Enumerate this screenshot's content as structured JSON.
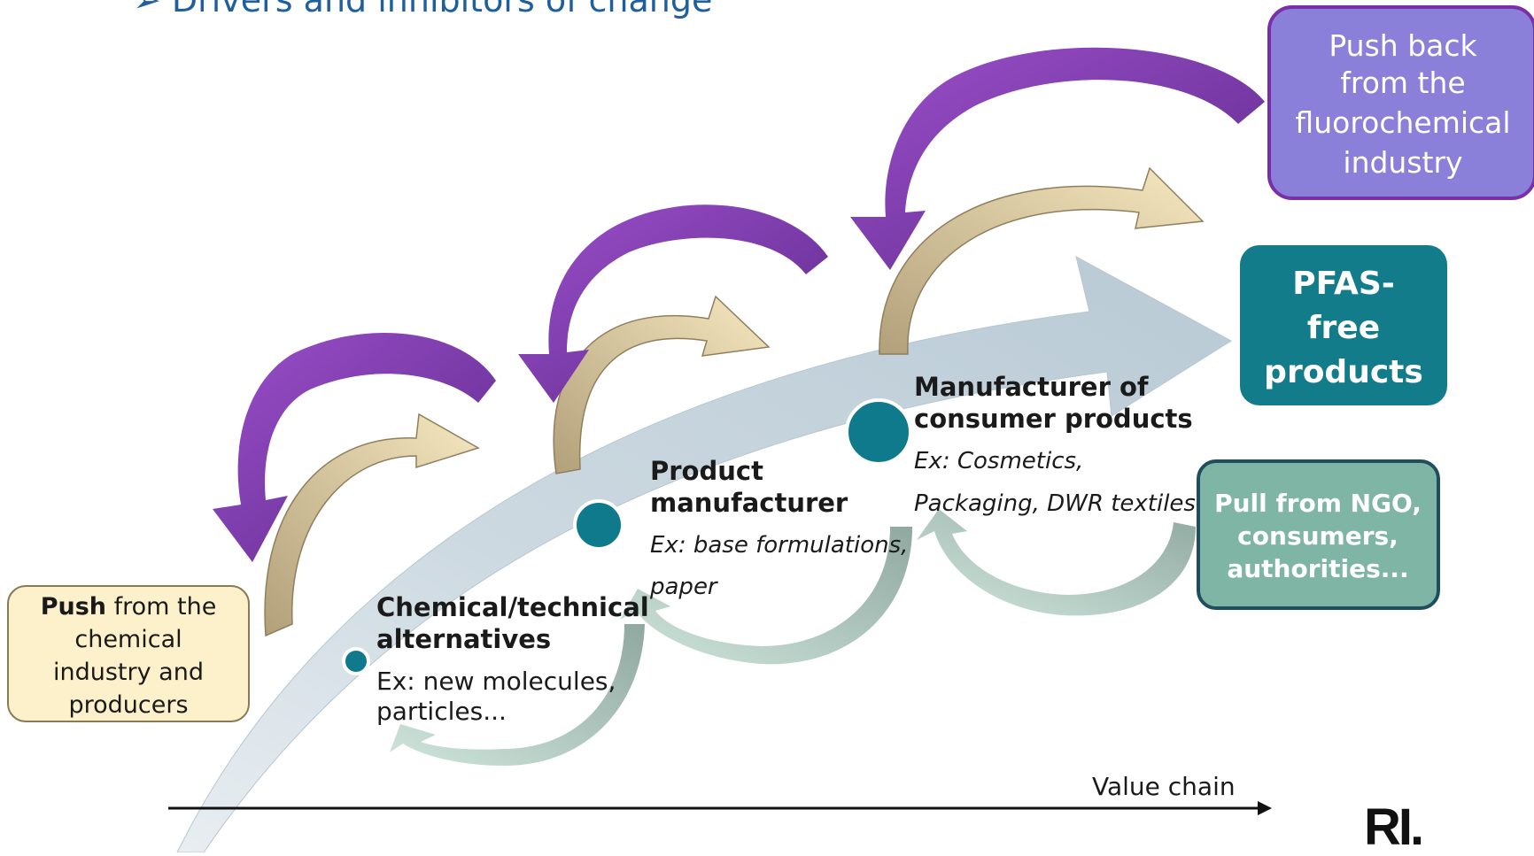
{
  "heading": {
    "bullet": "➢",
    "text": "Drivers and inhibitors of change"
  },
  "boxes": {
    "push_chemical": {
      "bold": "Push",
      "rest_line1": " from the",
      "line2": "chemical",
      "line3": "industry and",
      "line4": "producers"
    },
    "push_back": {
      "line1": "Push back",
      "line2": "from the",
      "line3": "fluorochemical",
      "line4": "industry"
    },
    "pfas_free": {
      "line1": "PFAS-",
      "line2": "free",
      "line3": "products"
    },
    "pull_ngo": {
      "line1": "Pull from NGO,",
      "line2": "consumers,",
      "line3": "authorities..."
    }
  },
  "stages": {
    "chemical": {
      "title1": "Chemical/technical",
      "title2": "alternatives",
      "ex1": "Ex: new molecules,",
      "ex2": "particles..."
    },
    "product": {
      "title1": "Product",
      "title2": "manufacturer",
      "ex1": "Ex: base formulations,",
      "ex2": "paper"
    },
    "consumer": {
      "title1": "Manufacturer of",
      "title2": "consumer products",
      "ex1": "Ex: Cosmetics,",
      "ex2": "Packaging, DWR textiles..."
    }
  },
  "axis": {
    "label": "Value chain"
  },
  "logo": {
    "text": "RI."
  },
  "colors": {
    "big_arrow": "#c9d6de",
    "purple_arrow": "#7a3fb0",
    "tan_arrow": "#c8b890",
    "green_arrow": "#a8ccbf",
    "teal_dot": "#0e7a8c",
    "pfas_box": "#137c8b",
    "push_back_box": "#8a7fd9",
    "pull_box": "#7fb5a4",
    "push_box": "#fdf1cc",
    "heading": "#1f5f9e"
  }
}
